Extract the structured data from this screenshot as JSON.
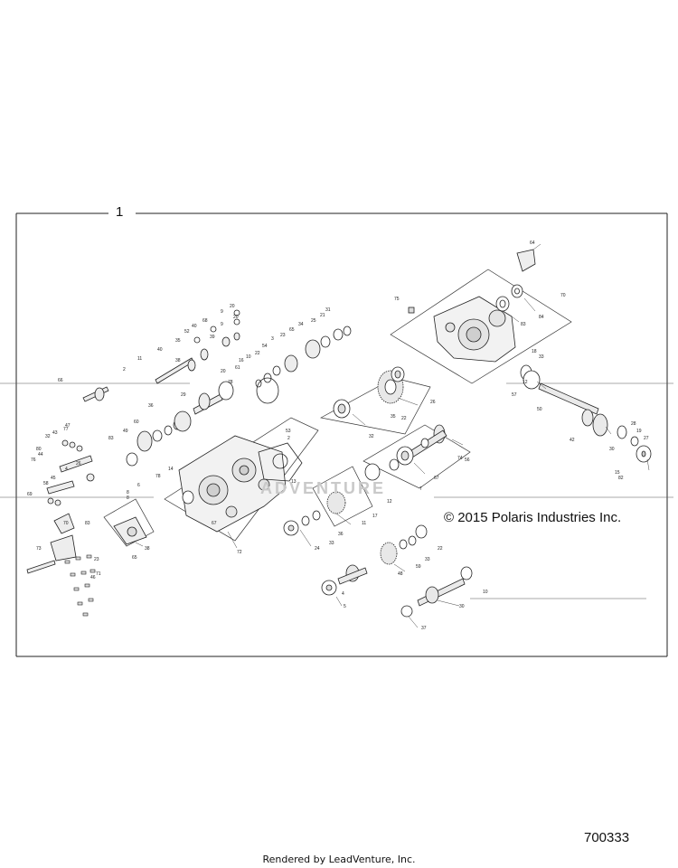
{
  "assembly": {
    "number": "1"
  },
  "copyright": "© 2015 Polaris Industries Inc.",
  "diagram_id": "700333",
  "footer": "Rendered by LeadVenture, Inc.",
  "watermark": "ADVENTURE",
  "callouts": [
    "64",
    "70",
    "75",
    "83",
    "84",
    "18",
    "33",
    "12",
    "57",
    "50",
    "28",
    "19",
    "27",
    "42",
    "30",
    "15",
    "82",
    "20",
    "9",
    "52",
    "39",
    "40",
    "68",
    "35",
    "40",
    "38",
    "9",
    "20",
    "31",
    "21",
    "25",
    "34",
    "65",
    "23",
    "3",
    "54",
    "22",
    "10",
    "16",
    "2",
    "11",
    "20",
    "61",
    "78",
    "29",
    "83",
    "49",
    "36",
    "60",
    "26",
    "22",
    "32",
    "66",
    "32",
    "43",
    "77",
    "47",
    "80",
    "44",
    "76",
    "26",
    "4",
    "45",
    "58",
    "69",
    "8",
    "8",
    "78",
    "6",
    "14",
    "70",
    "83",
    "38",
    "74",
    "65",
    "67",
    "53",
    "2",
    "12",
    "13",
    "72",
    "46",
    "71",
    "73",
    "4",
    "5",
    "48",
    "33",
    "59",
    "22",
    "10",
    "30",
    "37",
    "24",
    "36",
    "33",
    "11",
    "17",
    "56",
    "7",
    "67",
    "23",
    "35",
    "36",
    "66"
  ]
}
